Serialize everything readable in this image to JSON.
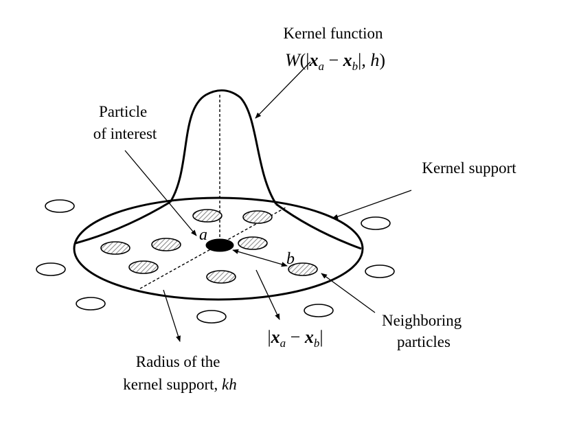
{
  "labels": {
    "kernel_function": "Kernel function",
    "kernel_support": "Kernel support",
    "particle_line1": "Particle",
    "particle_line2": "of interest",
    "neighboring_line1": "Neighboring",
    "neighboring_line2": "particles",
    "radius_line1": "Radius of the",
    "radius_line2": "kernel support, ",
    "radius_symbol": "kh",
    "particle_a": "a",
    "particle_b": "b"
  },
  "formulas": {
    "kernel": {
      "fn": "W",
      "open": "(|",
      "x": "x",
      "sub_a": "a",
      "minus": " − ",
      "sub_b": "b",
      "close_part": "|, ",
      "h": "h",
      "close": ")"
    },
    "distance": {
      "bar_left": "|",
      "x": "x",
      "sub_a": "a",
      "minus": " − ",
      "sub_b": "b",
      "bar_right": "|"
    }
  },
  "colors": {
    "stroke": "#000000",
    "background": "#ffffff",
    "hatch": "#808080",
    "particle_of_interest": "#000000"
  }
}
